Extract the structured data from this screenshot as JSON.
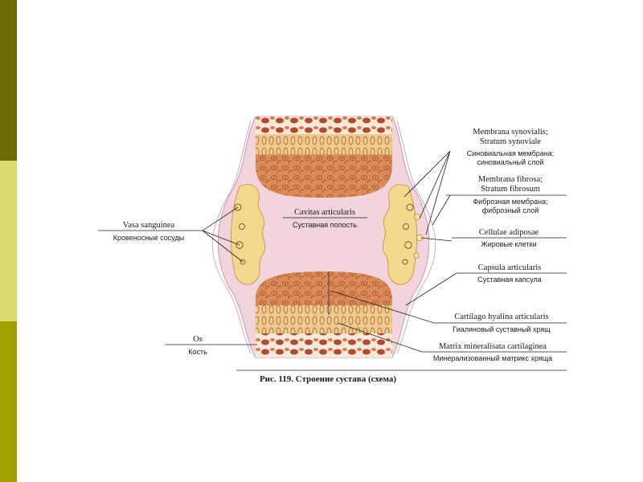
{
  "slide": {
    "colors": {
      "bar_top": "#6b6d00",
      "bar_mid": "#d8da6c",
      "bar_bottom": "#9da000"
    }
  },
  "figure": {
    "caption": "Рис. 119. Строение сустава (схема)",
    "colors": {
      "bone_orange": "#e9b57c",
      "cartilage_brown": "#dc8a56",
      "capsule_pink": "#f2d4dc",
      "capsule_line": "#c89aa8",
      "marrow_red": "#a8432a",
      "fat_yellow": "#f3d98e"
    },
    "labels": {
      "membrana_synovialis": {
        "latin_1": "Membrana synovialis;",
        "latin_2": "Stratum synoviale",
        "russian_1": "Синовиальная мембрана;",
        "russian_2": "синовиальный слой"
      },
      "membrana_fibrosa": {
        "latin_1": "Membrana fibrosa;",
        "latin_2": "Stratum fibrosum",
        "russian_1": "Фиброзная мембрана;",
        "russian_2": "фиброзный слой"
      },
      "cellulae_adiposae": {
        "latin": "Cellulae adiposae",
        "russian": "Жировые клетки"
      },
      "capsula_articularis": {
        "latin": "Capsula articularis",
        "russian": "Суставная капсула"
      },
      "cartilago_hyalina": {
        "latin": "Cartilago hyalina articularis",
        "russian": "Гиалиновый суставный хрящ"
      },
      "matrix_mineralisata": {
        "latin": "Matrix mineralisata cartilaginea",
        "russian": "Минерализованный матрикс хряща"
      },
      "vasa_sanguinea": {
        "latin": "Vasa sanguinea",
        "russian": "Кровеносные сосуды"
      },
      "cavitas_articularis": {
        "latin": "Cavitas articularis",
        "russian": "Суставная полость"
      },
      "os": {
        "latin": "Os",
        "russian": "Кость"
      }
    }
  }
}
